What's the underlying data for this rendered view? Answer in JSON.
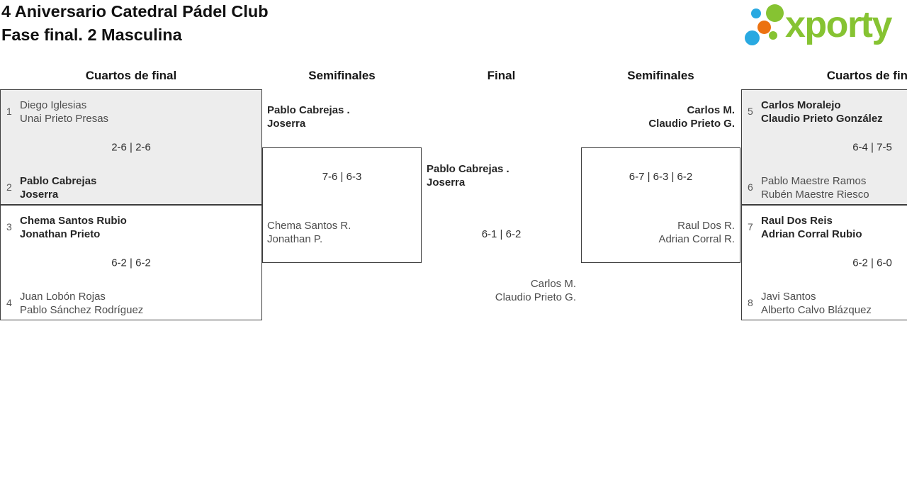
{
  "title": {
    "line1": "4 Aniversario Catedral Pádel Club",
    "line2": "Fase final. 2 Masculina"
  },
  "logo": {
    "text": "xporty"
  },
  "colors": {
    "logo_green": "#86c332",
    "logo_blue": "#29a9e1",
    "logo_orange": "#ec7211",
    "box_fill_gray": "#ededed",
    "box_border": "#3d3d3d",
    "winner_text": "#262626",
    "loser_text": "#4d4d4d"
  },
  "round_headers": [
    "Cuartos de final",
    "Semifinales",
    "Final",
    "Semifinales",
    "Cuartos de final"
  ],
  "matches": {
    "qf1": {
      "seed_top": "1",
      "top1": "Diego Iglesias",
      "top2": "Unai Prieto Presas",
      "score": "2-6 | 2-6",
      "seed_bottom": "2",
      "bottom1": "Pablo Cabrejas",
      "bottom2": "Joserra"
    },
    "qf2": {
      "seed_top": "3",
      "top1": "Chema Santos Rubio",
      "top2": "Jonathan Prieto",
      "score": "6-2 | 6-2",
      "seed_bottom": "4",
      "bottom1": "Juan Lobón Rojas",
      "bottom2": "Pablo Sánchez Rodríguez"
    },
    "sf_left": {
      "top1": "Pablo Cabrejas .",
      "top2": "Joserra",
      "score": "7-6 | 6-3",
      "bottom1": "Chema Santos R.",
      "bottom2": "Jonathan P."
    },
    "final": {
      "top1": "Pablo Cabrejas .",
      "top2": "Joserra",
      "score": "6-1 | 6-2",
      "bottom1": "Carlos M.",
      "bottom2": "Claudio Prieto G."
    },
    "sf_right": {
      "top1": "Carlos M.",
      "top2": "Claudio Prieto G.",
      "score": "6-7 | 6-3 | 6-2",
      "bottom1": "Raul Dos R.",
      "bottom2": "Adrian Corral R."
    },
    "qf3": {
      "seed_top": "5",
      "top1": "Carlos Moralejo",
      "top2": "Claudio Prieto González",
      "score": "6-4 | 7-5",
      "seed_bottom": "6",
      "bottom1": "Pablo Maestre Ramos",
      "bottom2": "Rubén Maestre Riesco"
    },
    "qf4": {
      "seed_top": "7",
      "top1": "Raul Dos Reis",
      "top2": "Adrian Corral Rubio",
      "score": "6-2 | 6-0",
      "seed_bottom": "8",
      "bottom1": "Javi Santos",
      "bottom2": "Alberto Calvo Blázquez"
    }
  }
}
